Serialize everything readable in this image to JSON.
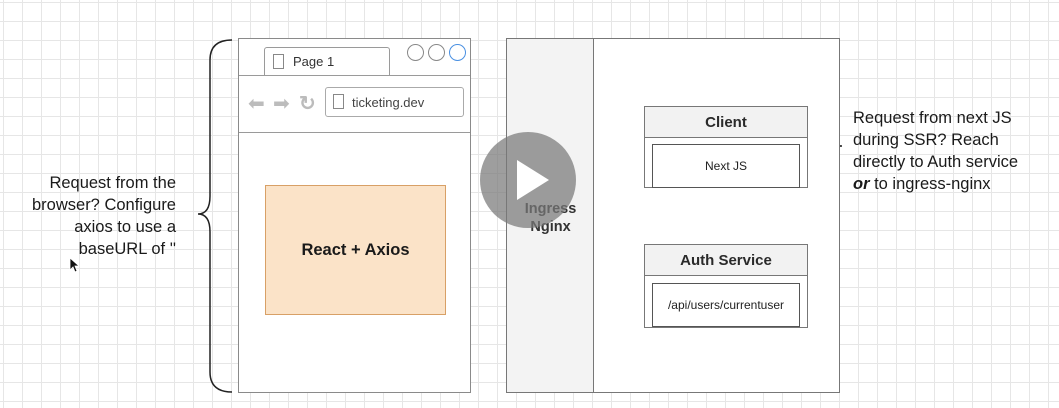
{
  "left_note": {
    "lines": [
      "Request from the",
      "browser?  Configure",
      "axios to use a",
      "baseURL of ''"
    ]
  },
  "right_note": {
    "line1": "Request from next JS",
    "line2": "during SSR? Reach",
    "line3": "directly to Auth service",
    "line4_em": "or",
    "line4_rest": " to ingress-nginx"
  },
  "browser": {
    "tab_label": "Page 1",
    "url": "ticketing.dev",
    "app_box": "React + Axios",
    "icons": [
      "back-arrow-icon",
      "forward-arrow-icon",
      "reload-icon",
      "page-icon"
    ]
  },
  "cluster": {
    "ingress": {
      "line1": "Ingress",
      "line2": "Nginx"
    },
    "client": {
      "title": "Client",
      "inner": "Next JS"
    },
    "auth": {
      "title": "Auth Service",
      "inner": "/api/users/currentuser"
    }
  },
  "colors": {
    "app_box_fill": "#fbe3c8",
    "app_box_border": "#d8a066",
    "ingress_fill": "#f3f3f3",
    "window_button_accent": "#4a90e2"
  },
  "overlay": {
    "icon": "play-icon"
  }
}
